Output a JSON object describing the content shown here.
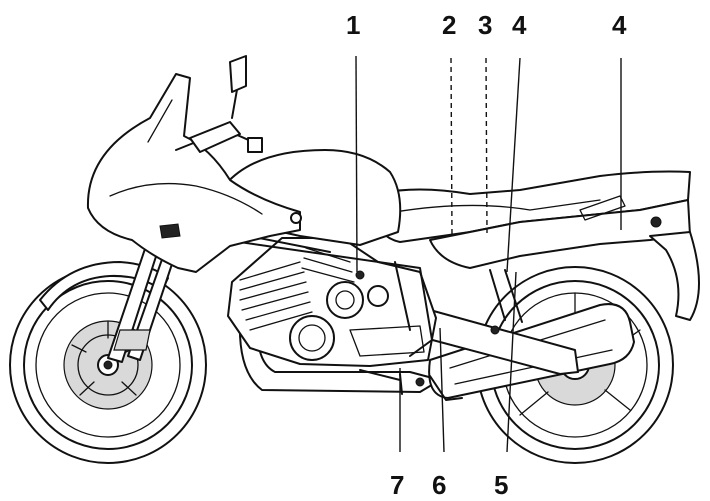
{
  "callouts": [
    {
      "id": "callout-1-top",
      "label": "1"
    },
    {
      "id": "callout-2-top",
      "label": "2"
    },
    {
      "id": "callout-3-top",
      "label": "3"
    },
    {
      "id": "callout-4-top-left",
      "label": "4"
    },
    {
      "id": "callout-4-top-right",
      "label": "4"
    },
    {
      "id": "callout-7-bottom",
      "label": "7"
    },
    {
      "id": "callout-6-bottom",
      "label": "6"
    },
    {
      "id": "callout-5-bottom",
      "label": "5"
    }
  ]
}
